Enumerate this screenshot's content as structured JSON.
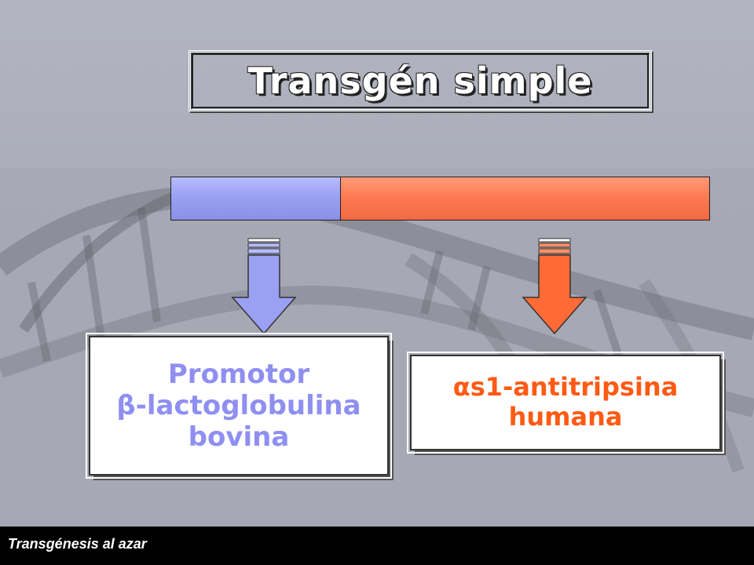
{
  "title": "Transgén simple",
  "segments": {
    "promoter_color": "#9aa0f2",
    "gene_color": "#ff7b54"
  },
  "promoter_label": {
    "line1": "Promotor",
    "line2": "β-lactoglobulina",
    "line3": "bovina",
    "color": "#8f8ff2"
  },
  "gene_label": {
    "line1": "αs1-antitripsina",
    "line2": "humana",
    "color": "#ff5a14"
  },
  "footer": "Transgénesis al azar"
}
